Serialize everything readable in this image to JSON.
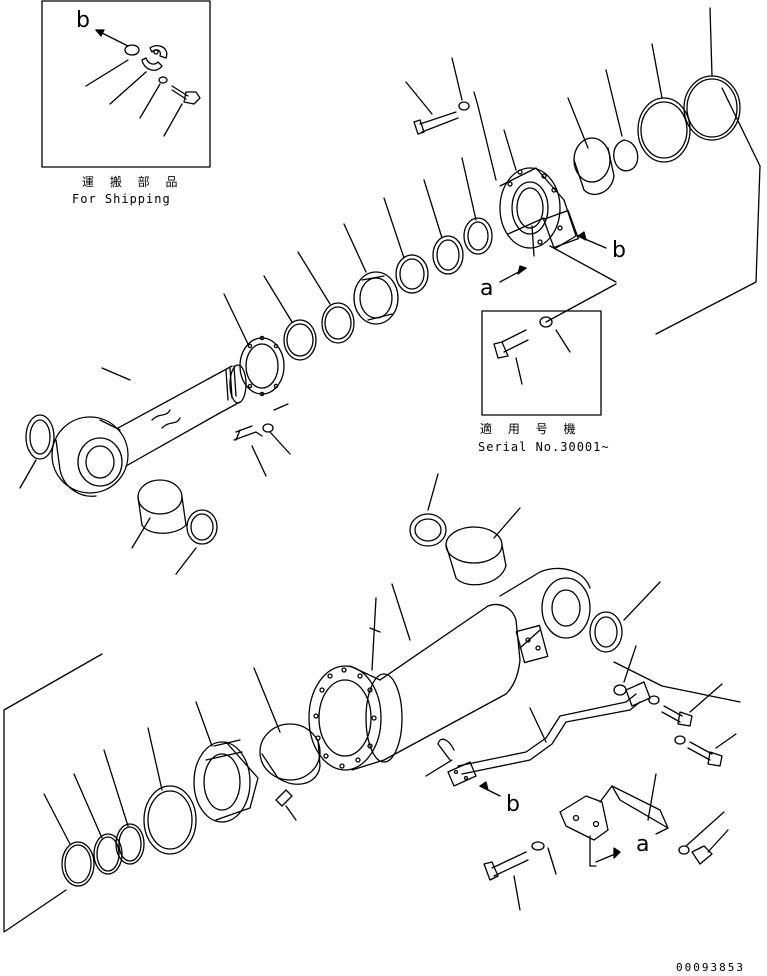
{
  "shipping_inset": {
    "caption_jp": "運 搬 部 品",
    "caption_en": "For Shipping",
    "ref_letter": "b"
  },
  "serial_inset": {
    "caption_jp": "適 用 号 機",
    "caption_en": "Serial No.30001~"
  },
  "ref_letters": {
    "a_top": "a",
    "b_top": "b",
    "b_bottom": "b",
    "a_bottom": "a"
  },
  "doc_number": "00093853"
}
